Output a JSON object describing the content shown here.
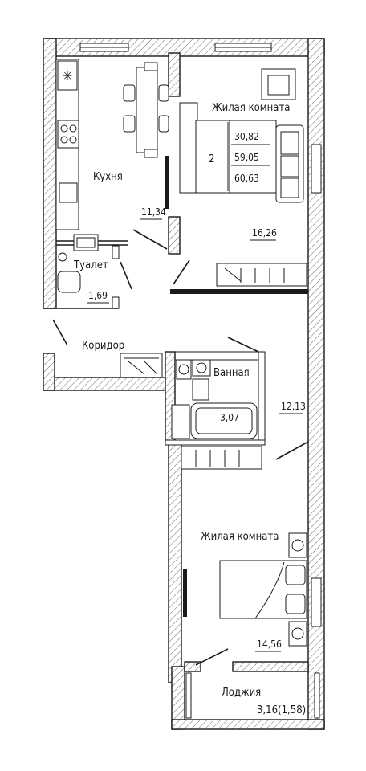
{
  "apartment": {
    "rooms_count": "2",
    "areas": [
      "30,82",
      "59,05",
      "60,63"
    ]
  },
  "rooms": {
    "kitchen": {
      "label": "Кухня",
      "area": "11,34"
    },
    "living1": {
      "label": "Жилая комната",
      "area": "16,26"
    },
    "toilet": {
      "label": "Туалет",
      "area": "1,69"
    },
    "corridor": {
      "label": "Коридор",
      "area": "12,13"
    },
    "bathroom": {
      "label": "Ванная",
      "area": "3,07"
    },
    "living2": {
      "label": "Жилая комната",
      "area": "14,56"
    },
    "loggia": {
      "label": "Лоджия",
      "area": "3,16(1,58)"
    }
  },
  "colors": {
    "line": "#1a1a1a",
    "background": "#ffffff"
  }
}
